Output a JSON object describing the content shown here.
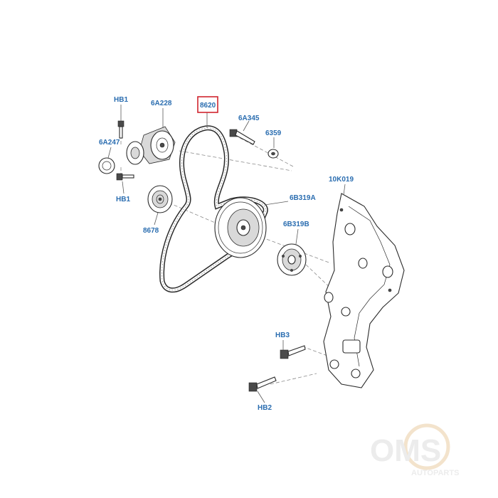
{
  "parts": {
    "hb1_top": "HB1",
    "p6A228": "6A228",
    "p8620": "8620",
    "p6A345": "6A345",
    "p6359": "6359",
    "p6A247": "6A247",
    "hb1_bottom": "HB1",
    "p8678": "8678",
    "p6B319A": "6B319A",
    "p6B319B": "6B319B",
    "p10K019": "10K019",
    "hb3": "HB3",
    "hb2": "HB2"
  },
  "highlighted_part": "8620",
  "watermark": {
    "line1": "OMS",
    "line2": "AUTOPARTS"
  },
  "colors": {
    "label": "#2a6db0",
    "highlight": "#d0252f"
  }
}
